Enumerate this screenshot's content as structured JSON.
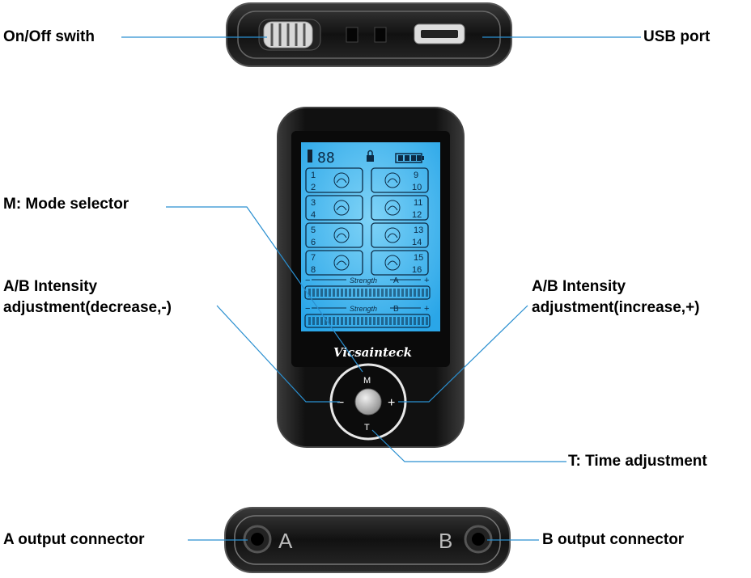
{
  "labels": {
    "onoff": "On/Off swith",
    "usb": "USB port",
    "mode": "M: Mode selector",
    "decrease_line1": "A/B Intensity",
    "decrease_line2": "adjustment(decrease,-)",
    "increase_line1": "A/B Intensity",
    "increase_line2": "adjustment(increase,+)",
    "time": "T: Time adjustment",
    "a_output": "A output connector",
    "b_output": "B output connector"
  },
  "device": {
    "brand": "Vicsainteck",
    "timer_digits": "88",
    "strength_label": "Strength",
    "channel_a": "A",
    "channel_b": "B",
    "minus": "−",
    "plus": "+",
    "btn_m": "M",
    "btn_t": "T",
    "btn_minus": "−",
    "btn_plus": "+",
    "port_a": "A",
    "port_b": "B",
    "modes_left": [
      [
        "1",
        "2"
      ],
      [
        "3",
        "4"
      ],
      [
        "5",
        "6"
      ],
      [
        "7",
        "8"
      ]
    ],
    "modes_right": [
      [
        "9",
        "10"
      ],
      [
        "11",
        "12"
      ],
      [
        "13",
        "14"
      ],
      [
        "15",
        "16"
      ]
    ]
  },
  "colors": {
    "screen": "#3fb6ee",
    "device_body": "#161616",
    "leader_line": "#2a8fd0"
  }
}
